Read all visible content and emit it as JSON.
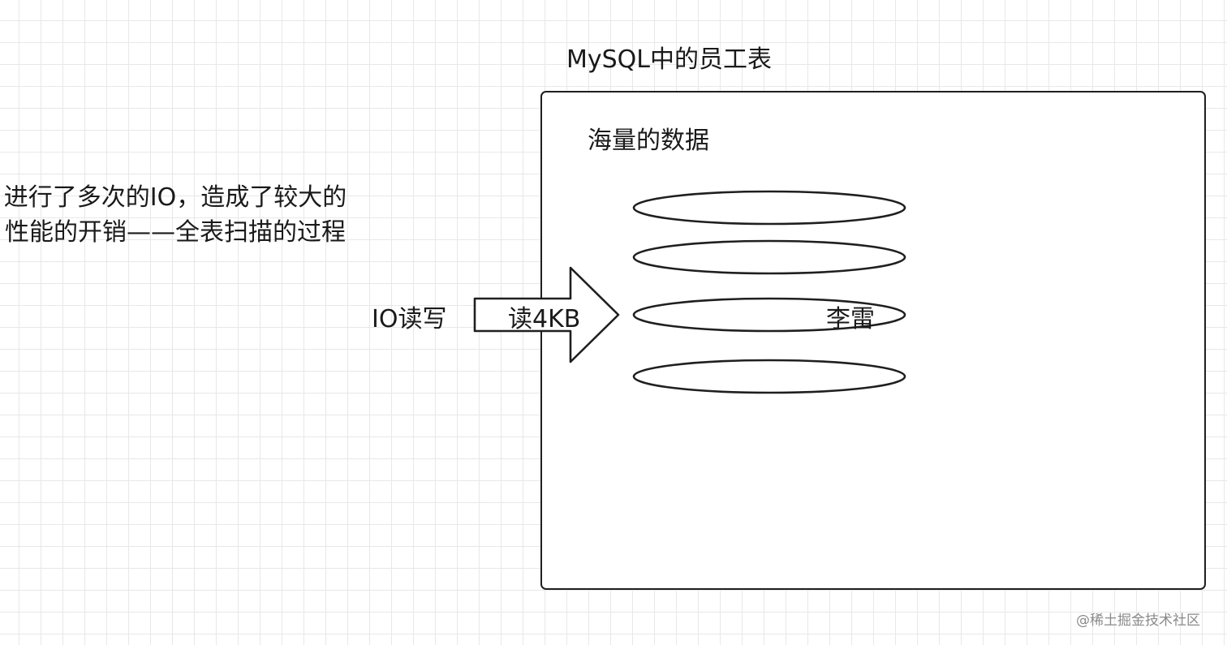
{
  "diagram": {
    "table_title": "MySQL中的员工表",
    "data_label": "海量的数据",
    "left_note": "进行了多次的IO，造成了较大的性能的开销——全表扫描的过程",
    "io_label": "IO读写",
    "arrow_label": "读4KB",
    "record_name": "李雷",
    "record_count": 4
  },
  "watermark": "@稀土掘金技术社区",
  "colors": {
    "stroke": "#1f1f1f",
    "grid": "#e8e8e8",
    "background": "#ffffff",
    "watermark": "#8a8a8a"
  }
}
